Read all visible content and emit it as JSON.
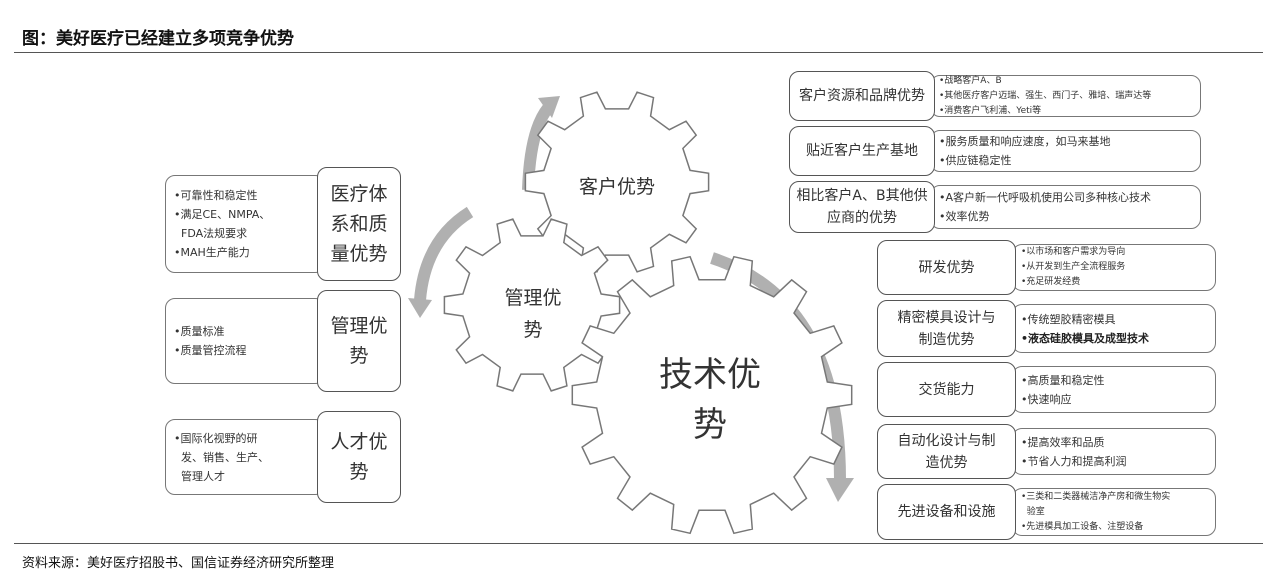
{
  "title": "图：美好医疗已经建立多项竞争优势",
  "source": "资料来源：美好医疗招股书、国信证券经济研究所整理",
  "gears": {
    "customer": "客户优势",
    "management_l1": "管理优",
    "management_l2": "势",
    "tech_l1": "技术优",
    "tech_l2": "势"
  },
  "left": [
    {
      "label": [
        "医疗体",
        "系和质",
        "量优势"
      ],
      "items": [
        "•可靠性和稳定性",
        "•满足CE、NMPA、",
        "  FDA法规要求",
        "•MAH生产能力"
      ]
    },
    {
      "label": [
        "管理优",
        "势"
      ],
      "items": [
        "•质量标准",
        "•质量管控流程"
      ]
    },
    {
      "label": [
        "人才优",
        "势"
      ],
      "items": [
        "•国际化视野的研",
        "  发、销售、生产、",
        "  管理人才"
      ]
    }
  ],
  "right_top": [
    {
      "label": [
        "客户资源和品牌优势"
      ],
      "items": [
        "•战略客户A、B",
        "•其他医疗客户迈瑞、强生、西门子、雅培、瑞声达等",
        "•消费客户飞利浦、Yeti等"
      ]
    },
    {
      "label": [
        "贴近客户生产基地"
      ],
      "items": [
        "•服务质量和响应速度，如马来基地",
        "•供应链稳定性"
      ]
    },
    {
      "label": [
        "相比客户A、B其他供",
        "应商的优势"
      ],
      "items": [
        "•A客户新一代呼吸机使用公司多种核心技术",
        "•效率优势"
      ]
    }
  ],
  "right_bottom": [
    {
      "label": [
        "研发优势"
      ],
      "items": [
        "•以市场和客户需求为导向",
        "•从开发到生产全流程服务",
        "•充足研发经费"
      ]
    },
    {
      "label": [
        "精密模具设计与",
        "制造优势"
      ],
      "items": [
        "•传统塑胶精密模具",
        "•液态硅胶模具及成型技术"
      ]
    },
    {
      "label": [
        "交货能力"
      ],
      "items": [
        "•高质量和稳定性",
        "•快速响应"
      ]
    },
    {
      "label": [
        "自动化设计与制",
        "造优势"
      ],
      "items": [
        "•提高效率和品质",
        "•节省人力和提高利润"
      ]
    },
    {
      "label": [
        "先进设备和设施"
      ],
      "items": [
        "•三类和二类器械洁净产房和微生物实",
        "  验室",
        "•先进模具加工设备、注塑设备"
      ]
    }
  ]
}
